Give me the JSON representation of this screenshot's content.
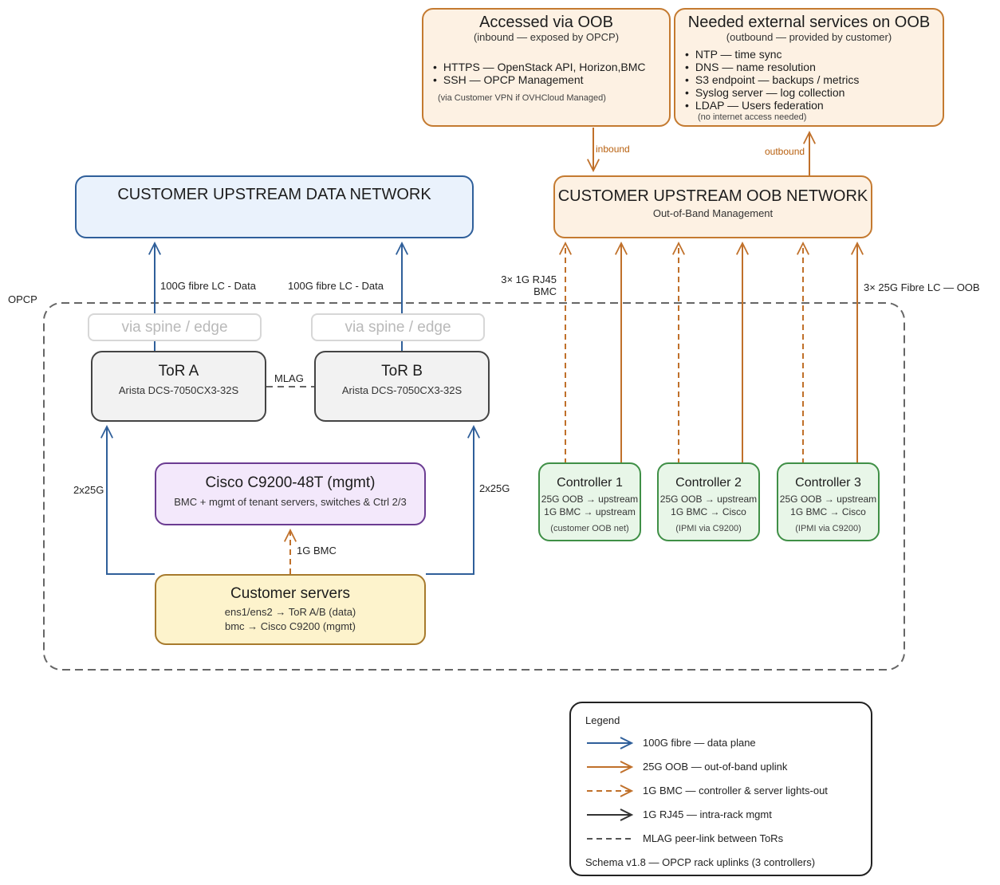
{
  "opcp_label": "OPCP",
  "oob_inbound": {
    "title": "Accessed via OOB",
    "subtitle": "(inbound — exposed by OPCP)",
    "items": [
      "HTTPS — OpenStack API, Horizon,BMC",
      "SSH — OPCP Management"
    ],
    "note": "(via Customer VPN if OVHCloud Managed)"
  },
  "oob_outbound": {
    "title": "Needed external services on OOB",
    "subtitle": "(outbound — provided by customer)",
    "items": [
      "NTP — time sync",
      "DNS — name resolution",
      "S3 endpoint — backups / metrics",
      "Syslog server — log collection",
      "LDAP — Users federation"
    ],
    "note": "(no internet access needed)"
  },
  "data_network": {
    "title": "CUSTOMER UPSTREAM DATA NETWORK"
  },
  "oob_network": {
    "title": "CUSTOMER UPSTREAM OOB NETWORK",
    "subtitle": "Out-of-Band Management"
  },
  "links": {
    "inbound": "inbound",
    "outbound": "outbound",
    "data_uplink_a": "100G fibre LC - Data",
    "data_uplink_b": "100G fibre LC - Data",
    "bmc_uplink_line1": "3× 1G RJ45",
    "bmc_uplink_line2": "BMC",
    "oob_uplink": "3× 25G Fibre LC — OOB",
    "mlag": "MLAG",
    "server_tor_a": "2x25G",
    "server_tor_b": "2x25G",
    "server_bmc": "1G BMC"
  },
  "spine_a": "via spine / edge",
  "spine_b": "via spine / edge",
  "tor_a": {
    "title": "ToR A",
    "model": "Arista DCS-7050CX3-32S"
  },
  "tor_b": {
    "title": "ToR B",
    "model": "Arista DCS-7050CX3-32S"
  },
  "cisco": {
    "title": "Cisco C9200-48T (mgmt)",
    "subtitle": "BMC + mgmt of tenant servers, switches & Ctrl 2/3"
  },
  "servers": {
    "title": "Customer servers",
    "line1": "ens1/ens2 → ToR A/B (data)",
    "line2": "bmc → Cisco C9200 (mgmt)"
  },
  "controllers": [
    {
      "title": "Controller 1",
      "line1": "25G OOB → upstream",
      "line2": "1G BMC → upstream",
      "note": "(customer OOB net)"
    },
    {
      "title": "Controller 2",
      "line1": "25G OOB → upstream",
      "line2": "1G BMC → Cisco",
      "note": "(IPMI via C9200)"
    },
    {
      "title": "Controller 3",
      "line1": "25G OOB → upstream",
      "line2": "1G BMC → Cisco",
      "note": "(IPMI via C9200)"
    }
  ],
  "legend": {
    "title": "Legend",
    "items": [
      {
        "label": "100G fibre — data plane",
        "color": "#2f5f9a",
        "style": "solid"
      },
      {
        "label": "25G OOB — out-of-band uplink",
        "color": "#c0702a",
        "style": "solid"
      },
      {
        "label": "1G BMC — controller & server lights-out",
        "color": "#c0702a",
        "style": "dashed"
      },
      {
        "label": "1G RJ45 — intra-rack mgmt",
        "color": "#333333",
        "style": "solid"
      },
      {
        "label": "MLAG peer-link between ToRs",
        "color": "#555555",
        "style": "dashed-plain"
      }
    ],
    "footer": "Schema v1.8 — OPCP rack uplinks (3 controllers)"
  },
  "colors": {
    "data_plane": "#2f5f9a",
    "oob": "#c0702a",
    "mgmt": "#333333",
    "mlag": "#555555"
  }
}
